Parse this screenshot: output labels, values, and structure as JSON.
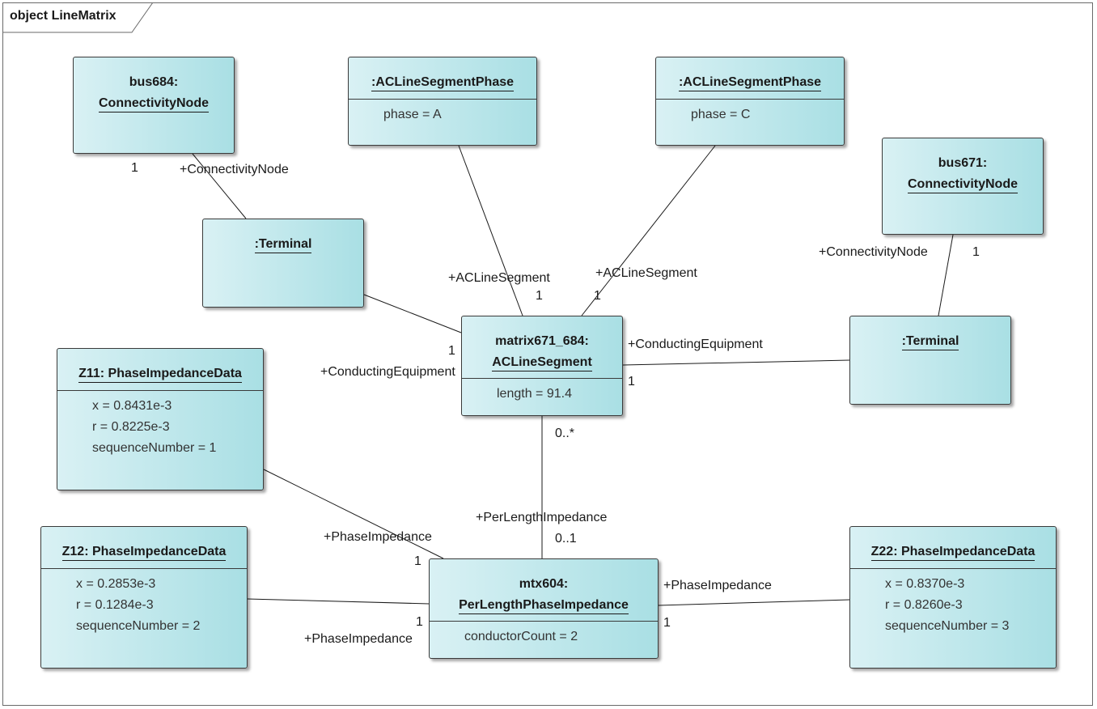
{
  "frame": {
    "title": "object LineMatrix"
  },
  "objects": {
    "bus684": {
      "name_line1": "bus684:",
      "name_line2": "ConnectivityNode"
    },
    "phaseA": {
      "name": ":ACLineSegmentPhase",
      "attr": "phase = A"
    },
    "phaseC": {
      "name": ":ACLineSegmentPhase",
      "attr": "phase = C"
    },
    "bus671": {
      "name_line1": "bus671:",
      "name_line2": "ConnectivityNode"
    },
    "terminal_left": {
      "name": ":Terminal"
    },
    "terminal_right": {
      "name": ":Terminal"
    },
    "segment": {
      "name_line1": "matrix671_684:",
      "name_line2": "ACLineSegment",
      "attr": "length = 91.4"
    },
    "z11": {
      "name": "Z11: PhaseImpedanceData",
      "attrs": [
        "x = 0.8431e-3",
        "r = 0.8225e-3",
        "sequenceNumber = 1"
      ]
    },
    "z12": {
      "name": "Z12: PhaseImpedanceData",
      "attrs": [
        "x = 0.2853e-3",
        "r = 0.1284e-3",
        "sequenceNumber = 2"
      ]
    },
    "z22": {
      "name": "Z22: PhaseImpedanceData",
      "attrs": [
        "x = 0.8370e-3",
        "r = 0.8260e-3",
        "sequenceNumber = 3"
      ]
    },
    "impedance": {
      "name_line1": "mtx604:",
      "name_line2": "PerLengthPhaseImpedance",
      "attr": "conductorCount = 2"
    }
  },
  "labels": {
    "bus684_mult": "1",
    "bus684_role": "+ConnectivityNode",
    "phaseA_role": "+ACLineSegment",
    "phaseA_mult": "1",
    "phaseC_role": "+ACLineSegment",
    "phaseC_mult": "1",
    "bus671_role": "+ConnectivityNode",
    "bus671_mult": "1",
    "tl_mult": "1",
    "tl_role": "+ConductingEquipment",
    "tr_role": "+ConductingEquipment",
    "tr_mult": "1",
    "seg_imp_mult": "0..*",
    "imp_role": "+PerLengthImpedance",
    "imp_mult": "0..1",
    "z11_role": "+PhaseImpedance",
    "z11_mult": "1",
    "z12_mult": "1",
    "z12_role": "+PhaseImpedance",
    "z22_role": "+PhaseImpedance",
    "z22_mult": "1"
  }
}
